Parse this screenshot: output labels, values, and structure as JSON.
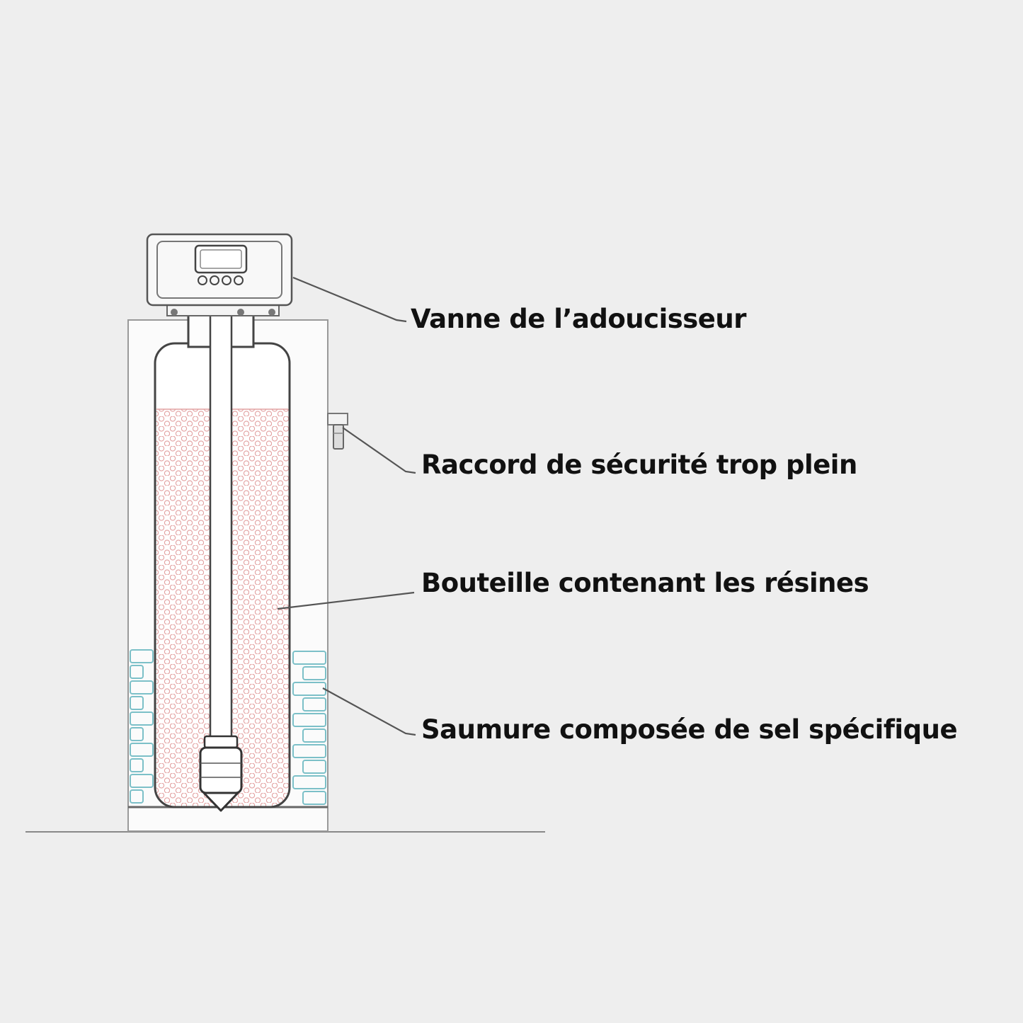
{
  "labels": {
    "valve": "Vanne de l’adoucisseur",
    "overflow": "Raccord de sécurité trop plein",
    "bottle": "Bouteille contenant les résines",
    "brine": "Saumure composée de sel spécifique"
  },
  "icons": {
    "valve": "control-valve-icon",
    "bottle": "resin-bottle-icon",
    "salt": "salt-block-icon",
    "overflow": "overflow-connector-icon"
  },
  "colors": {
    "background": "#eeeeee",
    "outline": "#555555",
    "resin": "#e2a0a0",
    "salt": "#7cc0c8",
    "text": "#111111"
  }
}
